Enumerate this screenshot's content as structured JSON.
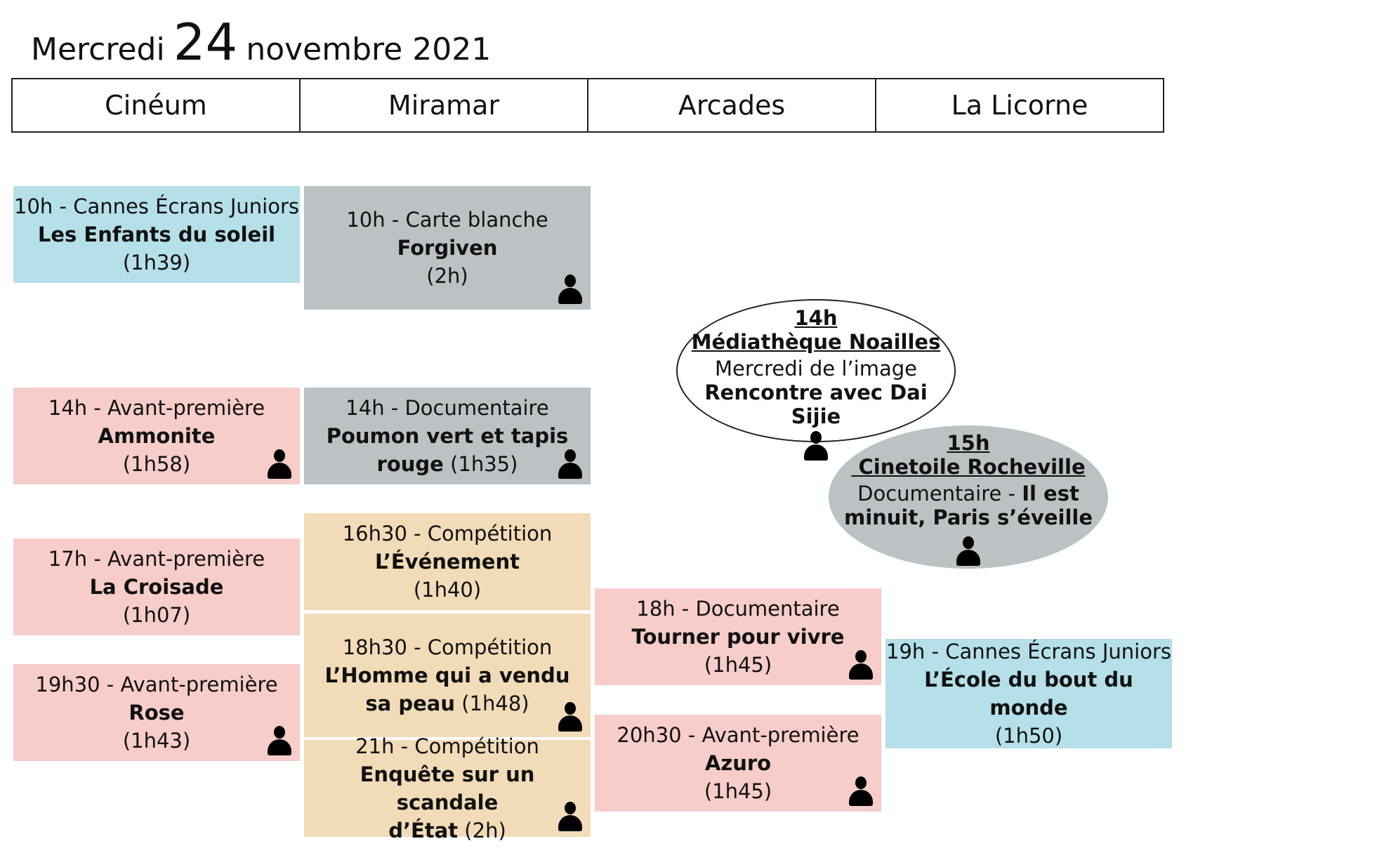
{
  "title": {
    "weekday": "Mercredi",
    "day": "24",
    "month_year": "novembre 2021"
  },
  "columns": [
    "Cinéum",
    "Miramar",
    "Arcades",
    "La Licorne"
  ],
  "events": {
    "cineum_10h": {
      "line1": "10h - Cannes Écrans Juniors",
      "film": "Les Enfants du soleil",
      "duration": "(1h39)"
    },
    "cineum_14h": {
      "line1": "14h - Avant-première",
      "film": "Ammonite",
      "duration": "(1h58)"
    },
    "cineum_17h": {
      "line1": "17h - Avant-première",
      "film": "La Croisade",
      "duration": "(1h07)"
    },
    "cineum_19h30": {
      "line1": "19h30 - Avant-première",
      "film": "Rose",
      "duration": "(1h43)"
    },
    "miramar_10h": {
      "line1": "10h - Carte blanche",
      "film": "Forgiven",
      "duration": "(2h)"
    },
    "miramar_14h": {
      "line1": "14h - Documentaire",
      "film_a": "Poumon vert et tapis",
      "film_b": "rouge",
      "duration": " (1h35)"
    },
    "miramar_16h30": {
      "line1": "16h30 - Compétition",
      "film": "L’Événement",
      "duration": "(1h40)"
    },
    "miramar_18h30": {
      "line1": "18h30 - Compétition",
      "film_a": "L’Homme qui a vendu",
      "film_b": "sa peau",
      "duration": " (1h48)"
    },
    "miramar_21h": {
      "line1": "21h - Compétition",
      "film_a": "Enquête sur un scandale",
      "film_b": "d’État",
      "duration": " (2h)"
    },
    "arcades_18h": {
      "line1": "18h - Documentaire",
      "film": "Tourner pour vivre",
      "duration": "(1h45)"
    },
    "arcades_20h30": {
      "line1": "20h30 - Avant-première",
      "film": "Azuro",
      "duration": "(1h45)"
    },
    "licorne_19h": {
      "line1": "19h - Cannes Écrans Juniors",
      "film": "L’École du bout du monde",
      "duration": "(1h50)"
    }
  },
  "ovals": {
    "mediatheque": {
      "time": "14h",
      "place": "Médiathèque Noailles",
      "subtitle": "Mercredi de l’image",
      "event": "Rencontre avec Dai Sijie"
    },
    "cinetoile": {
      "time": "15h",
      "place": " Cinetoile Rocheville",
      "kind": "Documentaire - ",
      "film_a": "Il est",
      "film_b": "minuit, Paris s’éveille"
    }
  },
  "colors": {
    "blue": "#b5dfe9",
    "pink": "#f6cdc8",
    "grey": "#bcc2c3",
    "tan": "#f2dbb8"
  },
  "icons": {
    "guest": "person-icon"
  }
}
